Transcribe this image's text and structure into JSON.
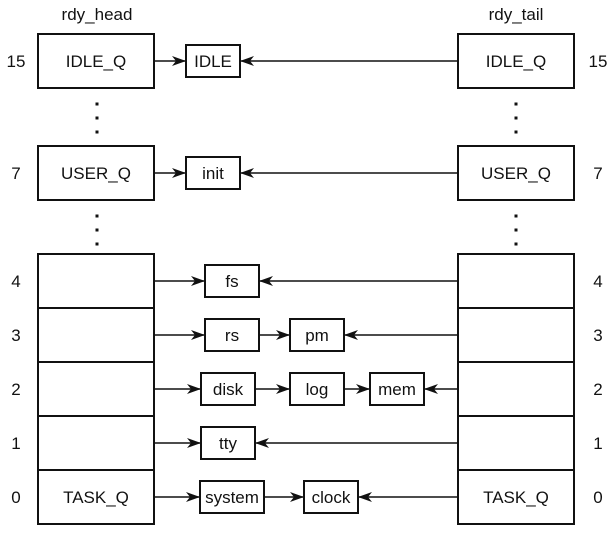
{
  "diagram": {
    "head_label": "rdy_head",
    "tail_label": "rdy_tail",
    "ellipsis": "⋮",
    "queues": [
      {
        "priority": "15",
        "head_name": "IDLE_Q",
        "tail_name": "IDLE_Q",
        "processes": [
          "IDLE"
        ]
      },
      {
        "priority": "7",
        "head_name": "USER_Q",
        "tail_name": "USER_Q",
        "processes": [
          "init"
        ]
      },
      {
        "priority": "4",
        "head_name": "",
        "tail_name": "",
        "processes": [
          "fs"
        ]
      },
      {
        "priority": "3",
        "head_name": "",
        "tail_name": "",
        "processes": [
          "rs",
          "pm"
        ]
      },
      {
        "priority": "2",
        "head_name": "",
        "tail_name": "",
        "processes": [
          "disk",
          "log",
          "mem"
        ]
      },
      {
        "priority": "1",
        "head_name": "",
        "tail_name": "",
        "processes": [
          "tty"
        ]
      },
      {
        "priority": "0",
        "head_name": "TASK_Q",
        "tail_name": "TASK_Q",
        "processes": [
          "system",
          "clock"
        ]
      }
    ]
  }
}
